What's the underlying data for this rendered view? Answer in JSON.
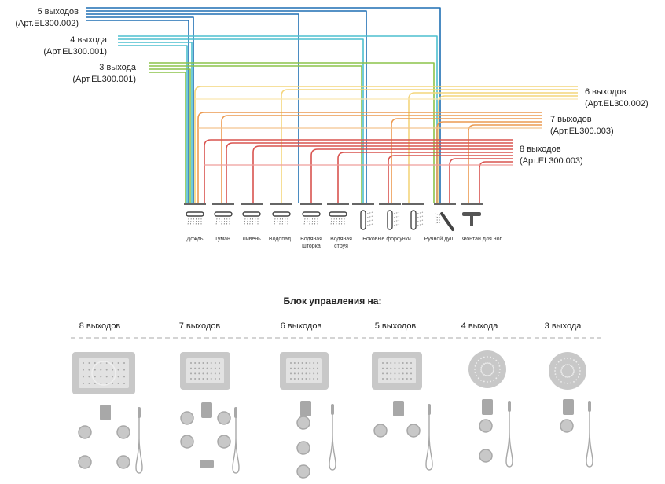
{
  "groups": {
    "g5": {
      "count": "5 выходов",
      "art": "(Арт.EL300.002)",
      "color": "#1f6fb4"
    },
    "g4": {
      "count": "4 выхода",
      "art": "(Арт.EL300.001)",
      "color": "#4dbfcf"
    },
    "g3": {
      "count": "3 выхода",
      "art": "(Арт.EL300.001)",
      "color": "#8cc34a"
    },
    "g6": {
      "count": "6 выходов",
      "art": "(Арт.EL300.002)",
      "color": "#f4d57c"
    },
    "g7": {
      "count": "7 выходов",
      "art": "(Арт.EL300.003)",
      "color": "#ec9a50"
    },
    "g8": {
      "count": "8 выходов",
      "art": "(Арт.EL300.003)",
      "color": "#d9534f"
    }
  },
  "outlets": [
    {
      "label": "Дождь",
      "icon": "rain-head-icon"
    },
    {
      "label": "Туман",
      "icon": "mist-head-icon"
    },
    {
      "label": "Ливень",
      "icon": "downpour-head-icon"
    },
    {
      "label": "Водопад",
      "icon": "waterfall-icon"
    },
    {
      "label": "Водяная шторка",
      "icon": "water-curtain-icon"
    },
    {
      "label": "Водяная струя",
      "icon": "water-jet-icon"
    },
    {
      "label": "Боковые форсунки",
      "icon": "side-jets-icon"
    },
    {
      "label": "Ручной душ",
      "icon": "hand-shower-icon"
    },
    {
      "label": "Фонтан для ног",
      "icon": "foot-fountain-icon"
    }
  ],
  "block_title": "Блок управления на:",
  "columns": [
    "8 выходов",
    "7 выходов",
    "6 выходов",
    "5 выходов",
    "4 выхода",
    "3 выхода"
  ]
}
